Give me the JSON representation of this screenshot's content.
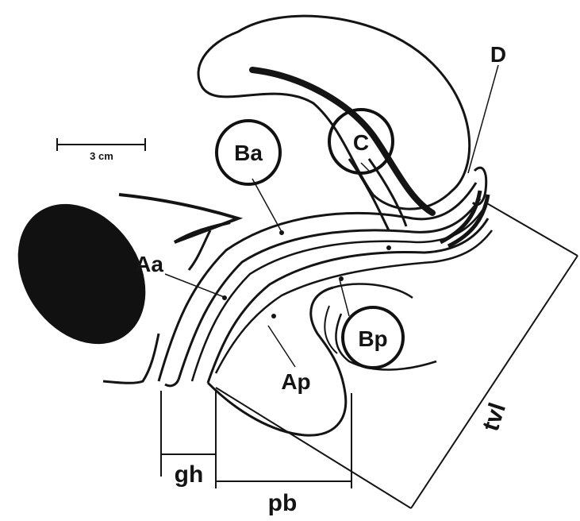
{
  "figure": {
    "scale_bar": {
      "label": "3 cm"
    },
    "point_labels": {
      "aa": "Aa",
      "ap": "Ap",
      "ba": "Ba",
      "bp": "Bp",
      "c": "C",
      "d": "D"
    },
    "measure_labels": {
      "gh": "gh",
      "pb": "pb",
      "tvl": "tvl"
    },
    "colors": {
      "ink": "#141414",
      "paper": "#ffffff"
    },
    "icons": {
      "pubic_bone": "filled-ellipse"
    }
  }
}
